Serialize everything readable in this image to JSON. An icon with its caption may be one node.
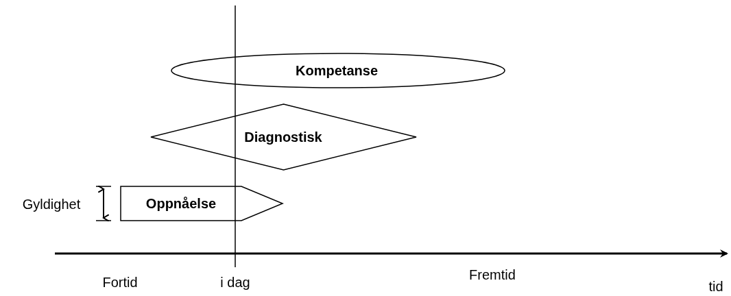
{
  "diagram": {
    "nodes": [
      {
        "text": [
          "Kompetanse"
        ]
      },
      {
        "text": [
          "Diagnostisk"
        ]
      },
      {
        "text": [
          "Oppnåelse"
        ]
      }
    ],
    "labels": [
      "Gyldighet",
      "Fortid",
      "i dag",
      "Fremtid",
      "tid"
    ]
  }
}
